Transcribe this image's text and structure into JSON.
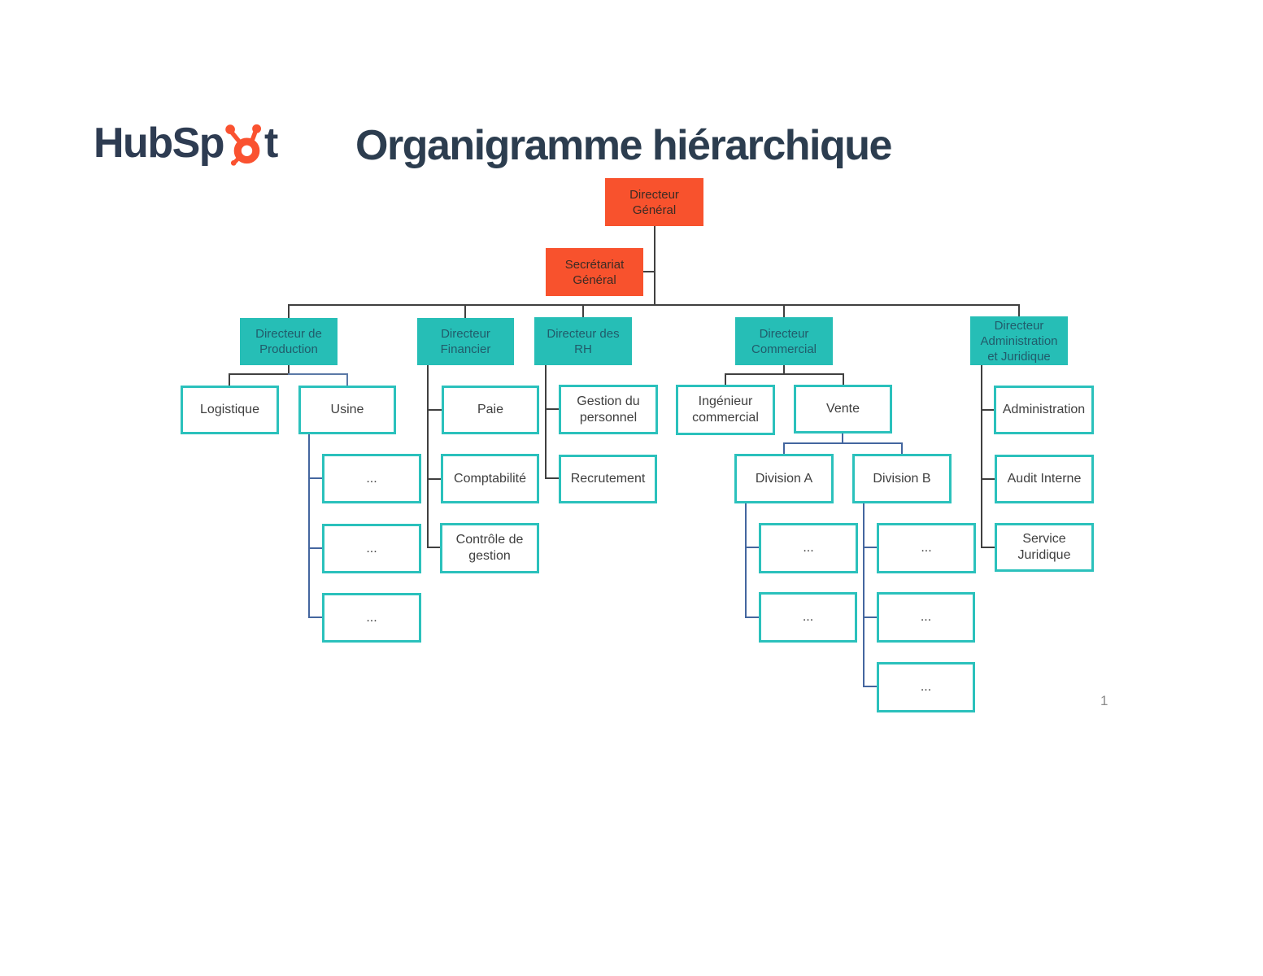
{
  "logo": {
    "brand_prefix": "HubSp",
    "brand_suffix": "t",
    "sprocket_icon": "hubspot-sprocket-icon"
  },
  "title": {
    "text": "Organigramme hiérarchique"
  },
  "page": {
    "number": "1"
  },
  "colors": {
    "orange_fill": "#f8522d",
    "teal_fill": "#26beb6",
    "teal_border": "#2bc1bc",
    "teal_text": "#215c6b",
    "white_box_text": "#3f3f3f",
    "connector_dark": "#404040",
    "connector_blue": "#44669f",
    "connector_softblue": "#5b79a6",
    "title_text": "#2c3d4f",
    "logo_dark": "#2e3c52",
    "logo_orange": "#fa5230"
  },
  "nodes": {
    "dg": {
      "label": "Directeur\nGénéral"
    },
    "sg": {
      "label": "Secrétariat\nGénéral"
    },
    "production": {
      "label": "Directeur de\nProduction"
    },
    "financier": {
      "label": "Directeur\nFinancier"
    },
    "rh": {
      "label": "Directeur des\nRH"
    },
    "commercial": {
      "label": "Directeur\nCommercial"
    },
    "admin": {
      "label": "Directeur\nAdministration\net Juridique"
    },
    "logistique": {
      "label": "Logistique"
    },
    "usine": {
      "label": "Usine"
    },
    "usine_1": {
      "label": "..."
    },
    "usine_2": {
      "label": "..."
    },
    "usine_3": {
      "label": "..."
    },
    "paie": {
      "label": "Paie"
    },
    "comptabilite": {
      "label": "Comptabilité"
    },
    "controle": {
      "label": "Contrôle de\ngestion"
    },
    "gestion_personnel": {
      "label": "Gestion du\npersonnel"
    },
    "recrutement": {
      "label": "Recrutement"
    },
    "ingenieur": {
      "label": "Ingénieur\ncommercial"
    },
    "vente": {
      "label": "Vente"
    },
    "division_a": {
      "label": "Division A"
    },
    "division_b": {
      "label": "Division B"
    },
    "div_a_1": {
      "label": "..."
    },
    "div_a_2": {
      "label": "..."
    },
    "div_b_1": {
      "label": "..."
    },
    "div_b_2": {
      "label": "..."
    },
    "div_b_3": {
      "label": "..."
    },
    "administration": {
      "label": "Administration"
    },
    "audit": {
      "label": "Audit Interne"
    },
    "service": {
      "label": "Service\nJuridique"
    }
  }
}
